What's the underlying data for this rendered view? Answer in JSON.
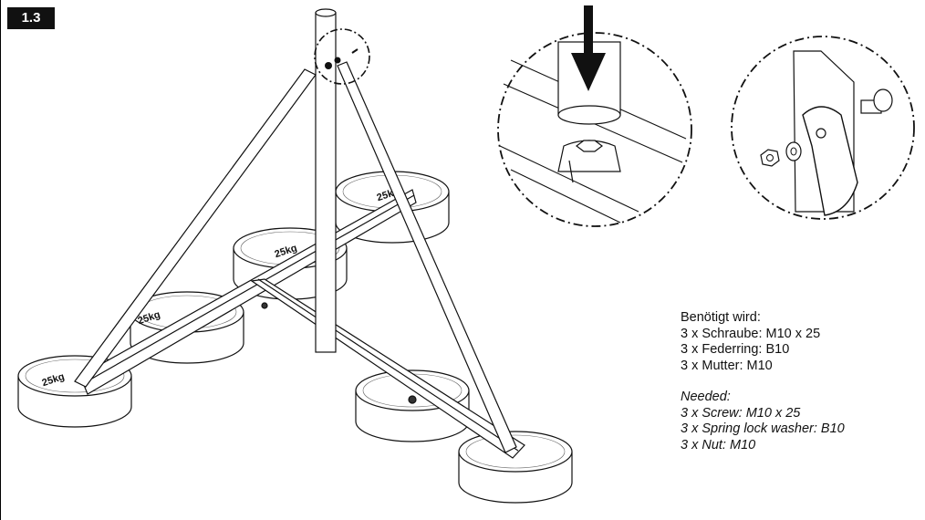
{
  "step": {
    "label": "1.3"
  },
  "weights": {
    "plate_label": "25kg",
    "icon": "weight-plate-icon"
  },
  "detail_views": [
    {
      "name": "pole-insert-detail",
      "icon": "arrow-down-icon"
    },
    {
      "name": "bolt-assembly-detail",
      "icon": "bolt-icon"
    }
  ],
  "required_de": {
    "title": "Benötigt wird:",
    "items": [
      "3 x Schraube: M10 x 25",
      "3 x Federring: B10",
      "3 x Mutter: M10"
    ]
  },
  "required_en": {
    "title": "Needed:",
    "items": [
      "3 x Screw: M10 x 25",
      "3 x Spring lock washer: B10",
      "3 x Nut: M10"
    ]
  },
  "colors": {
    "line": "#111111",
    "fill": "#ffffff",
    "badge": "#111111"
  }
}
